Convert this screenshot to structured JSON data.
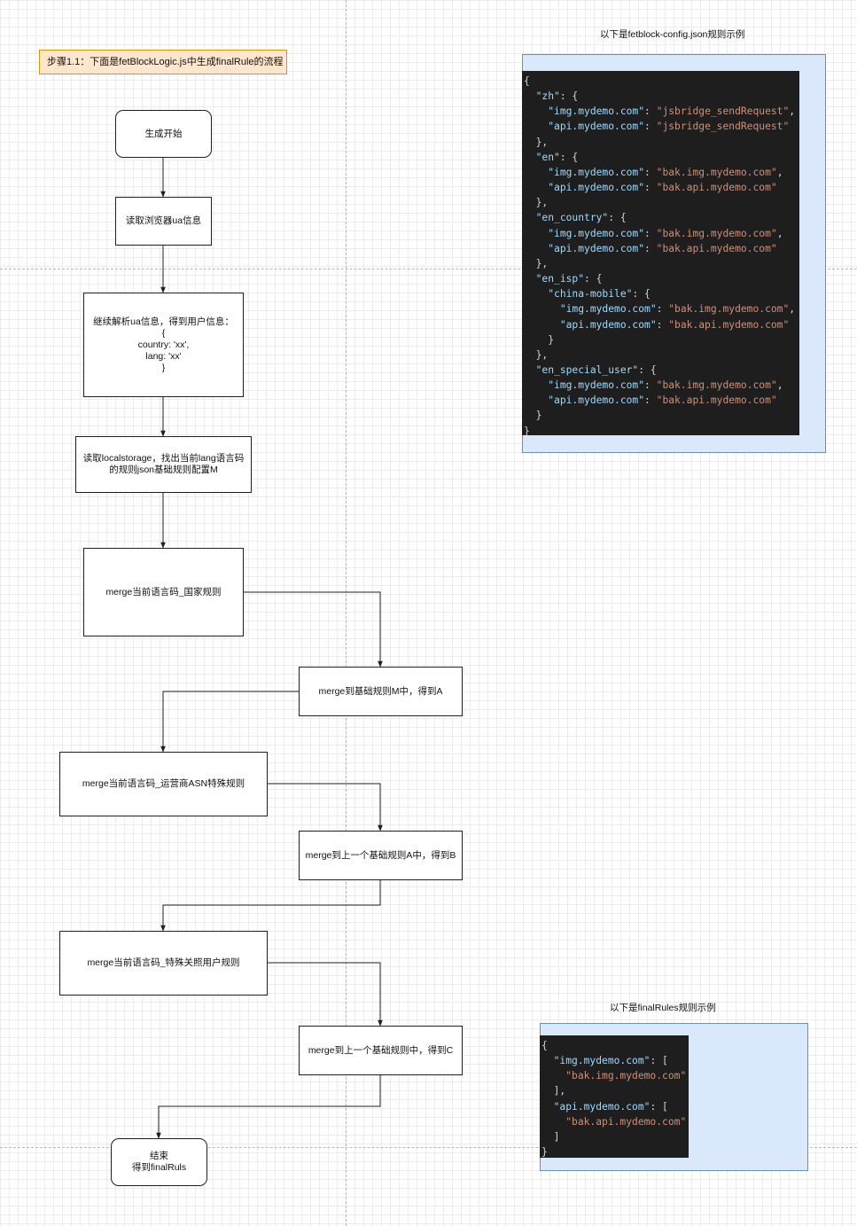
{
  "title": "步骤1.1：下面是fetBlockLogic.js中生成finalRule的流程",
  "nodes": {
    "start": "生成开始",
    "read_ua": "读取浏览器ua信息",
    "parse_ua": "继续解析ua信息，得到用户信息：\n{\ncountry: 'xx',\nlang: 'xx'\n}",
    "read_storage": "读取localstorage，找出当前lang语言码\n的规则json基础规则配置M",
    "merge_country": "merge当前语言码_国家规则",
    "merge_to_a": "merge到基础规则M中，得到A",
    "merge_asn": "merge当前语言码_运营商ASN特殊规则",
    "merge_to_b": "merge到上一个基础规则A中，得到B",
    "merge_special": "merge当前语言码_特殊关照用户规则",
    "merge_to_c": "merge到上一个基础规则中，得到C",
    "end": "结束\n得到finalRuls"
  },
  "config_example": {
    "caption": "以下是fetblock-config.json规则示例",
    "lines": [
      [
        [
          "p",
          "{"
        ]
      ],
      [
        [
          "p",
          "  "
        ],
        [
          "k",
          "\"zh\""
        ],
        [
          "p",
          ": {"
        ]
      ],
      [
        [
          "p",
          "    "
        ],
        [
          "k",
          "\"img.mydemo.com\""
        ],
        [
          "p",
          ": "
        ],
        [
          "s",
          "\"jsbridge_sendRequest\""
        ],
        [
          "p",
          ","
        ]
      ],
      [
        [
          "p",
          "    "
        ],
        [
          "k",
          "\"api.mydemo.com\""
        ],
        [
          "p",
          ": "
        ],
        [
          "s",
          "\"jsbridge_sendRequest\""
        ]
      ],
      [
        [
          "p",
          "  },"
        ]
      ],
      [
        [
          "p",
          "  "
        ],
        [
          "k",
          "\"en\""
        ],
        [
          "p",
          ": {"
        ]
      ],
      [
        [
          "p",
          "    "
        ],
        [
          "k",
          "\"img.mydemo.com\""
        ],
        [
          "p",
          ": "
        ],
        [
          "s",
          "\"bak.img.mydemo.com\""
        ],
        [
          "p",
          ","
        ]
      ],
      [
        [
          "p",
          "    "
        ],
        [
          "k",
          "\"api.mydemo.com\""
        ],
        [
          "p",
          ": "
        ],
        [
          "s",
          "\"bak.api.mydemo.com\""
        ]
      ],
      [
        [
          "p",
          "  },"
        ]
      ],
      [
        [
          "p",
          "  "
        ],
        [
          "k",
          "\"en_country\""
        ],
        [
          "p",
          ": {"
        ]
      ],
      [
        [
          "p",
          "    "
        ],
        [
          "k",
          "\"img.mydemo.com\""
        ],
        [
          "p",
          ": "
        ],
        [
          "s",
          "\"bak.img.mydemo.com\""
        ],
        [
          "p",
          ","
        ]
      ],
      [
        [
          "p",
          "    "
        ],
        [
          "k",
          "\"api.mydemo.com\""
        ],
        [
          "p",
          ": "
        ],
        [
          "s",
          "\"bak.api.mydemo.com\""
        ]
      ],
      [
        [
          "p",
          "  },"
        ]
      ],
      [
        [
          "p",
          "  "
        ],
        [
          "k",
          "\"en_isp\""
        ],
        [
          "p",
          ": {"
        ]
      ],
      [
        [
          "p",
          "    "
        ],
        [
          "k",
          "\"china-mobile\""
        ],
        [
          "p",
          ": {"
        ]
      ],
      [
        [
          "p",
          "      "
        ],
        [
          "k",
          "\"img.mydemo.com\""
        ],
        [
          "p",
          ": "
        ],
        [
          "s",
          "\"bak.img.mydemo.com\""
        ],
        [
          "p",
          ","
        ]
      ],
      [
        [
          "p",
          "      "
        ],
        [
          "k",
          "\"api.mydemo.com\""
        ],
        [
          "p",
          ": "
        ],
        [
          "s",
          "\"bak.api.mydemo.com\""
        ]
      ],
      [
        [
          "p",
          "    }"
        ]
      ],
      [
        [
          "p",
          "  },"
        ]
      ],
      [
        [
          "p",
          "  "
        ],
        [
          "k",
          "\"en_special_user\""
        ],
        [
          "p",
          ": {"
        ]
      ],
      [
        [
          "p",
          "    "
        ],
        [
          "k",
          "\"img.mydemo.com\""
        ],
        [
          "p",
          ": "
        ],
        [
          "s",
          "\"bak.img.mydemo.com\""
        ],
        [
          "p",
          ","
        ]
      ],
      [
        [
          "p",
          "    "
        ],
        [
          "k",
          "\"api.mydemo.com\""
        ],
        [
          "p",
          ": "
        ],
        [
          "s",
          "\"bak.api.mydemo.com\""
        ]
      ],
      [
        [
          "p",
          "  }"
        ]
      ],
      [
        [
          "p",
          "}"
        ]
      ]
    ]
  },
  "final_example": {
    "caption": "以下是finalRules规则示例",
    "lines": [
      [
        [
          "p",
          "{"
        ]
      ],
      [
        [
          "p",
          "  "
        ],
        [
          "k",
          "\"img.mydemo.com\""
        ],
        [
          "p",
          ": ["
        ]
      ],
      [
        [
          "p",
          "    "
        ],
        [
          "s",
          "\"bak.img.mydemo.com\""
        ]
      ],
      [
        [
          "p",
          "  ],"
        ]
      ],
      [
        [
          "p",
          "  "
        ],
        [
          "k",
          "\"api.mydemo.com\""
        ],
        [
          "p",
          ": ["
        ]
      ],
      [
        [
          "p",
          "    "
        ],
        [
          "s",
          "\"bak.api.mydemo.com\""
        ]
      ],
      [
        [
          "p",
          "  ]"
        ]
      ],
      [
        [
          "p",
          "}"
        ]
      ]
    ]
  },
  "colors": {
    "title_fill": "#ffe6cc",
    "title_stroke": "#d79b00",
    "panel_fill": "#dae8fc",
    "panel_stroke": "#6c8ebf",
    "code_bg": "#1e1e1e",
    "code_key": "#9cdcfe",
    "code_string": "#ce9178",
    "code_punct": "#d4d4d4"
  }
}
